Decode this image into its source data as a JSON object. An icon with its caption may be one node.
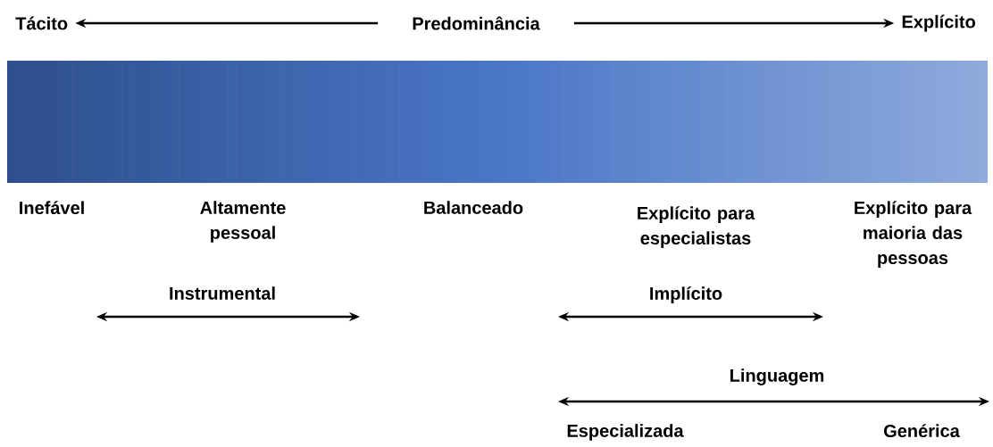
{
  "diagram": {
    "nodes": [
      {
        "text": [
          "Tácito"
        ]
      },
      {
        "text": [
          "Predominância"
        ]
      },
      {
        "text": [
          "Explícito"
        ]
      }
    ],
    "edges": [
      {
        "from": 1,
        "to": 0,
        "arrow": "to"
      },
      {
        "from": 1,
        "to": 2,
        "arrow": "to"
      }
    ],
    "labels": [
      "Inefável",
      "Altamente pessoal",
      "Balanceado",
      "Explícito para especialistas",
      "Explícito para maioria das pessoas",
      "Instrumental",
      "Implícito",
      "Linguagem",
      "Especializada",
      "Genérica"
    ]
  }
}
